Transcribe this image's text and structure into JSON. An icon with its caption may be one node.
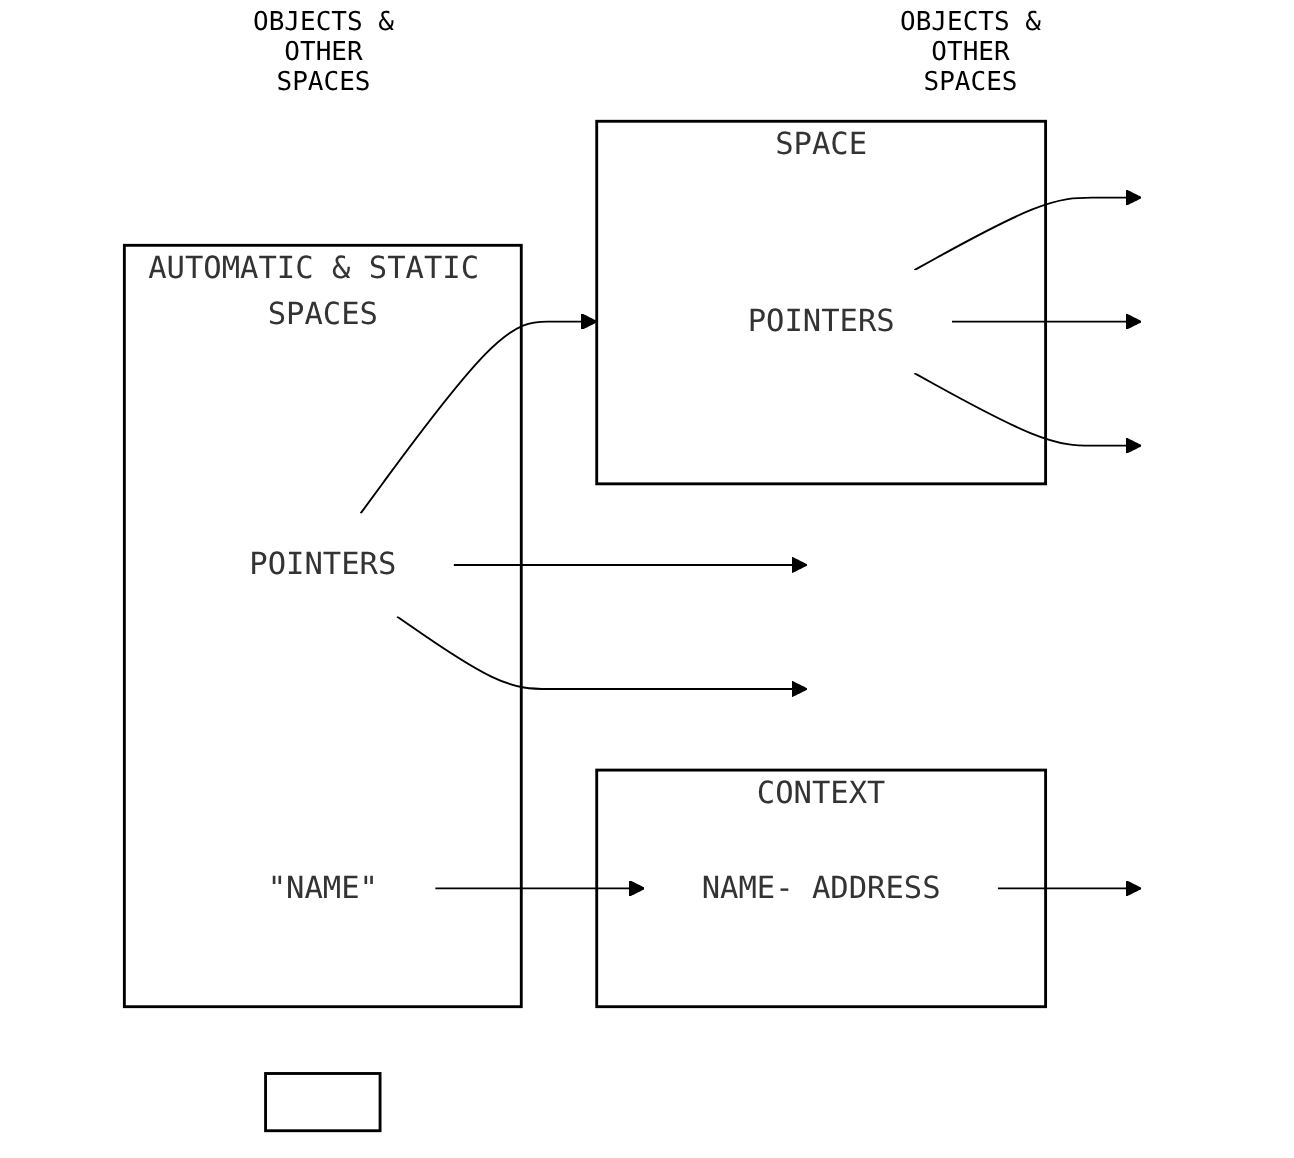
{
  "diagram": {
    "nodes": [
      {
        "text": [
          "AUTOMATIC & STATIC SPACES"
        ]
      },
      {
        "text": [
          "POINTERS"
        ],
        "in": 0
      },
      {
        "text": [
          "\"NAME\""
        ],
        "in": 0
      },
      {
        "text": [
          "SPACE"
        ]
      },
      {
        "text": [
          "POINTERS"
        ],
        "in": 3
      },
      {
        "text": [
          "CONTEXT"
        ]
      },
      {
        "text": [
          "NAME- ADDRESS"
        ],
        "in": 5
      },
      {
        "text": [],
        "shape": "box"
      }
    ],
    "edges": [
      {
        "from": 1,
        "to": null,
        "arrow": "to"
      },
      {
        "from": 1,
        "to": null,
        "arrow": "to"
      },
      {
        "from": 1,
        "to": 3,
        "arrow": "to"
      },
      {
        "from": 4,
        "to": null,
        "arrow": "to"
      },
      {
        "from": 4,
        "to": null,
        "arrow": "to"
      },
      {
        "from": 4,
        "to": null,
        "arrow": "to"
      },
      {
        "from": 2,
        "to": 6,
        "arrow": "to"
      },
      {
        "from": 6,
        "to": null,
        "arrow": "to"
      }
    ],
    "labels": [
      "OBJECTS & OTHER SPACES",
      "OBJECTS & OTHER SPACES"
    ]
  }
}
